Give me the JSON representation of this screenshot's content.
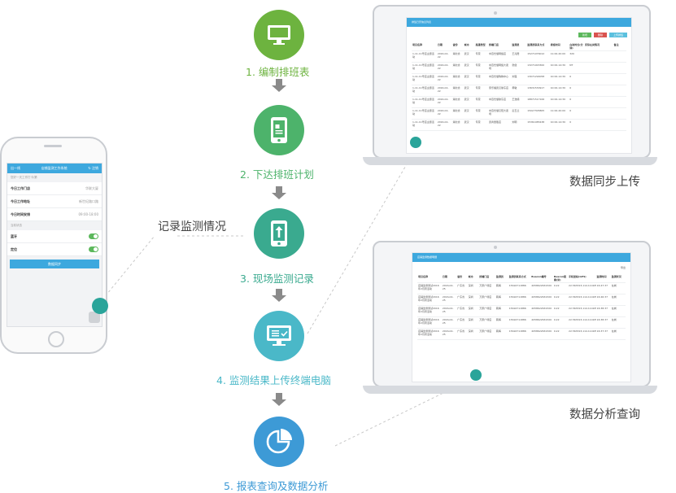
{
  "steps": [
    {
      "label": "1. 编制排班表",
      "color": "#6db33f",
      "icon": "monitor-icon"
    },
    {
      "label": "2. 下达排班计划",
      "color": "#4db36b",
      "icon": "phone-icon"
    },
    {
      "label": "3. 现场监测记录",
      "color": "#3aaa8f",
      "icon": "upload-phone-icon"
    },
    {
      "label": "4. 监测结果上传终端电脑",
      "color": "#4ab8c8",
      "icon": "screen-check-icon"
    },
    {
      "label": "5. 报表查询及数据分析",
      "color": "#3d9ad6",
      "icon": "pie-chart-icon"
    }
  ],
  "annotations": {
    "record": "记录监测情况",
    "sync": "数据同步上传",
    "analysis": "数据分析查询"
  },
  "phone": {
    "header_left": "出一线",
    "header_title": "店铺监测工作系统",
    "header_right": "注销",
    "section1": "您好一天工作打卡/第",
    "rows": [
      {
        "label": "今日工作门店",
        "value": "华联大厦"
      },
      {
        "label": "今日工作地址",
        "value": "新世纪路口路"
      },
      {
        "label": "今日时间安排",
        "value": "09:00-18:00"
      }
    ],
    "section2": "当前状态",
    "toggles": [
      {
        "label": "蓝牙"
      },
      {
        "label": "定位"
      }
    ],
    "submit": "数据同步"
  },
  "laptop1": {
    "title": "排班日历信息列表",
    "buttons": [
      {
        "label": "新增",
        "color": "#5cb85c"
      },
      {
        "label": "删除",
        "color": "#d9534f"
      },
      {
        "label": "上传排班",
        "color": "#5bc0de"
      }
    ],
    "headers": [
      "项目名称",
      "日期",
      "省份",
      "城市",
      "渠道类型",
      "终端门店",
      "监测员",
      "监测员联系方式",
      "排班时间",
      "在岗时长(分钟)",
      "实际在岗情况",
      "备注"
    ],
    "rows": [
      [
        "1-11-11号店主题活动",
        "2016-02-22",
        "湖北省",
        "武汉",
        "专营",
        "中百仓储网络店",
        "王兆霞",
        "15271976012",
        "11:00-20:00",
        "320",
        "",
        ""
      ],
      [
        "1-11-11号店主题活动",
        "2016-02-22",
        "湖北省",
        "武汉",
        "专营",
        "中百仓储网络大卖场",
        "张健",
        "13271903300",
        "10:00-14:30",
        "NT",
        "",
        ""
      ],
      [
        "1-11-11号店主题活动",
        "2016-02-22",
        "湖北省",
        "武汉",
        "专营",
        "中百仓储购物中心",
        "刘强",
        "13071294058",
        "10:00-14:30",
        "0",
        "",
        ""
      ],
      [
        "1-11-11号店主题活动",
        "2016-02-22",
        "湖北省",
        "武汉",
        "专营",
        "家乐福武汉徐东店",
        "黄敏",
        "13631530917",
        "10:00-14:30",
        "0",
        "",
        ""
      ],
      [
        "1-11-11号店主题活动",
        "2016-02-22",
        "湖北省",
        "武汉",
        "专营",
        "中百仓储徐东店",
        "王浩楠",
        "18871517106",
        "10:00-14:30",
        "0",
        "",
        ""
      ],
      [
        "1-11-11号店主题活动",
        "2016-02-22",
        "湖北省",
        "武汉",
        "专营",
        "中百仓储汉阳大卖场",
        "彭玉兰",
        "15027305805",
        "11:00-20:00",
        "0",
        "",
        ""
      ],
      [
        "1-11-11号店主题活动",
        "2016-02-22",
        "湖北省",
        "武汉",
        "专营",
        "武商量贩店",
        "刘明",
        "15361085438",
        "10:00-14:30",
        "0",
        "",
        ""
      ]
    ]
  },
  "laptop2": {
    "title": "店铺监测数据明细",
    "export": "导出",
    "headers": [
      "项目名称",
      "日期",
      "省份",
      "城市",
      "终端门店",
      "监测员",
      "监测员联系方式",
      "Beacon编号",
      "Beacon距离(米)",
      "手机坐标(GPS)",
      "监测时间",
      "监测状况"
    ],
    "rows": [
      [
        "店铺监测测试2016年2月周活动",
        "2016-02-25",
        "广东省",
        "深圳",
        "万家广场店",
        "韩梅",
        "15616711886",
        "4058622632320",
        "0.22",
        "22.563323,114.114189",
        "16:47:37",
        "在岗"
      ],
      [
        "店铺监测测试2016年2月周活动",
        "2016-02-25",
        "广东省",
        "深圳",
        "万家广场店",
        "韩梅",
        "15616711886",
        "4058622632320",
        "0.22",
        "22.563323,114.114189",
        "16:46:37",
        "在岗"
      ],
      [
        "店铺监测测试2016年2月周活动",
        "2016-02-25",
        "广东省",
        "深圳",
        "万家广场店",
        "韩梅",
        "15616711886",
        "4058622632320",
        "0.22",
        "22.563323,114.114189",
        "16:38:37",
        "在岗"
      ],
      [
        "店铺监测测试2016年2月周活动",
        "2016-02-25",
        "广东省",
        "深圳",
        "万家广场店",
        "韩梅",
        "15616711886",
        "4058622632320",
        "0.22",
        "22.563323,114.114189",
        "16:38:37",
        "在岗"
      ],
      [
        "店铺监测测试2016年2月周活动",
        "2016-02-25",
        "广东省",
        "深圳",
        "万家广场店",
        "韩梅",
        "15616711886",
        "4058622632320",
        "0.22",
        "22.563323,114.114189",
        "16:37:37",
        "在岗"
      ]
    ]
  }
}
